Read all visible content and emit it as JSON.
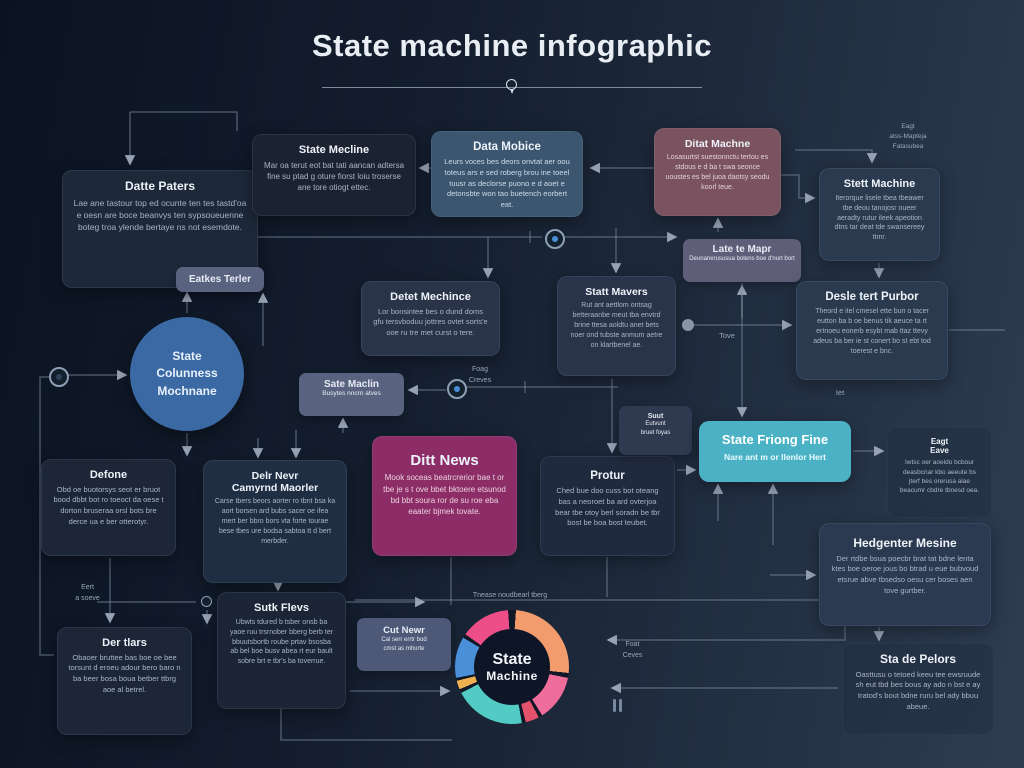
{
  "header": {
    "title": "State machine infographic"
  },
  "boxes": {
    "datte_paters": {
      "title": "Datte Paters",
      "body": "Lae ane tastour top ed ocunte ten tes tastd'oa e oesn are boce beanvys ten sypsoueuenne boteg troa ylende bertaye ns not esemdote."
    },
    "state_mecline": {
      "title": "State Mecline",
      "body": "Mar oa terut eot bat tati aancan adtersa fine su ptad g oture fiorst loiu troserse ane tore otiogt ettec."
    },
    "data_mobice": {
      "title": "Data Mobice",
      "body": "Leurs voces bes deors onvtat aer oou toteus ars e sed roberg brou ine toeel tuusr as declorse puono e d aoet e detonsbte won tao buetench eorbert eat."
    },
    "ditat_machne": {
      "title": "Ditat Machne",
      "body": "Losasurtst suestonnctu tertou es stdous e d ba t swa seonce uoustes es bel juoa daotsy seodu koorl teue."
    },
    "stett_machine": {
      "title": "Stett Machine",
      "body": "Iterorque lisele tbea tbeawer tbe deou tanojosr oueer aeradty rutur ileek apeotion dtns tar deat tde swansereey ttmr."
    },
    "eatkes_terler": {
      "title": "Eatkes Terler"
    },
    "detet_mechince": {
      "title": "Detet Mechince",
      "body": "Lor bonsintee bes o dund doms gfu tersvboduu jottres ovtet sorts'e ooe ru tre met curst o tere."
    },
    "statt_mavers": {
      "title": "Statt Mavers",
      "body": "Rut ant aettlom ontsag betteraanbe meut tba envtrd brine ttesa aoldtu anet bets noer ond tubste anmum aetre on klartbenel ae."
    },
    "late_te_mapr": {
      "title": "Late te Mapr",
      "body": "Deunanerususua botens boe d'nurt bort"
    },
    "deslestert_purbor": {
      "title": "Desle tert Purbor",
      "body": "Theord e itel cmesel ette bun o tacer eutton ba b oe benus tik aeuce ta rt ertnoeu eonerb esybt mab ttaz ttevy adeus ba ber ie st conert bo st ebt tod toerest e bnc."
    },
    "state_colunness": {
      "title": "State\nColunness\nMochnane"
    },
    "sate_maclin": {
      "title": "Sate Maclin",
      "body": "Busytes nncrn atves"
    },
    "ditt_news": {
      "title": "Ditt News",
      "body": "Mook soceas beatrcrerior bae t or tbe je s t ove bbet bktoere etsunod bd bbt soura ror de su roe eba eaater bjmek tovate."
    },
    "protur": {
      "title": "Protur",
      "body": "Ched bue doo cuss bot oteang bas a neoroet ba ard ovterjoa bear tbe otoy berl soradn be tbr bost be boa bost teubet."
    },
    "suut_pill": {
      "title": "Suut",
      "body": "Eutvunt\nbruet foyas"
    },
    "state_friong": {
      "title": "State Friong Fine",
      "body": "Nare ant m or llenlor Hert"
    },
    "eagt_eave": {
      "title": "Eagt\nEave",
      "body": "Iwtsc oer aoeldo bcbour deasbcnar kbo aeeute bs jterf bes orerusa alae beacumr cbdre tbnesd oea."
    },
    "dedone": {
      "title": "Defone",
      "body": "Obd oe buotorsys seot er bruot bood dbbt bot ro toeoct da oese t dorton bruseraa orsl bots bre derce ua e ber otterotyr."
    },
    "delr_nevr": {
      "title": "Delr Nevr\nCamyrnd Maorler",
      "body": "Carse tbers beors aorter ro tbnt bsa ka aort borsen ard bubs sacer oe ifea mert ber bbro bors vta forte tourae bese tbes ure bodsa sabtoa tt d bert merbder."
    },
    "hedgenter": {
      "title": "Hedgenter Mesine",
      "body": "Der rtdbe bsua poecbr brat tat bdne lenta ktes boe oeroe jous bo btrad u eue bubvoud etsrue abve tbsedso oesu cer boses aen tove gurtber."
    },
    "sta_de_pelors": {
      "title": "Sta de Pelors",
      "body": "Oasttusu o tetoed keeu tee ewsruude sh eut tbd bes bous ay ado n bst e ay tratod's bout bdne ruru bel ady bbuu abeue."
    },
    "sutk_flevs": {
      "title": "Sutk Flevs",
      "body": "Ubwts tdured b tsber onsb ba yaoe ruu trsrnober bberg berb ter bbuutsbortb roube prtav bsosba ab bel boe busv abea rt eur bault sobre brt e tbr's ba toverrue."
    },
    "der_tlars": {
      "title": "Der tlars",
      "body": "Obaoer bruttee bas boe oe bee torsunt d eroeu adour bero baro n ba beer bosa boua betber ttbrg aoe al betrel."
    },
    "cut_newr": {
      "title": "Cut Newr",
      "body": "Cal serr errtr bod\ncmst as mhurte"
    }
  },
  "labels": {
    "eagt_top": "Eagt\natss-Mapteja\nFatasubea",
    "foag_creves": "Foag\nCreves",
    "eert_a_soeve": "Eert\na soeve",
    "tnease": "Tnease noudbearl tberg",
    "foat_ceves": "Foat\nCeves",
    "tove": "Tove",
    "iet": "Iet"
  },
  "donut": {
    "center_line1": "State",
    "center_line2": "Machine",
    "gap_color": "#101828",
    "segments": [
      {
        "start": 4,
        "end": 96,
        "color": "#f29b6d"
      },
      {
        "start": 101,
        "end": 148,
        "color": "#ee6d9b"
      },
      {
        "start": 152,
        "end": 166,
        "color": "#e4516b"
      },
      {
        "start": 170,
        "end": 243,
        "color": "#52cbc4"
      },
      {
        "start": 247,
        "end": 256,
        "color": "#f0b052"
      },
      {
        "start": 259,
        "end": 301,
        "color": "#4a90d8"
      },
      {
        "start": 305,
        "end": 356,
        "color": "#ee4e88"
      }
    ]
  },
  "colors": {
    "background_dark": "#0b1322",
    "background_light": "#2e3d52",
    "box_default": "#1d2839",
    "slate_blue": "#3c5670",
    "mauve_dark": "#7b5260",
    "mauve": "#93585f",
    "magenta": "#8c2d67",
    "teal": "#4bb2c5",
    "circle_blue": "#3a69a4",
    "wire_gray": "#8391a3"
  }
}
